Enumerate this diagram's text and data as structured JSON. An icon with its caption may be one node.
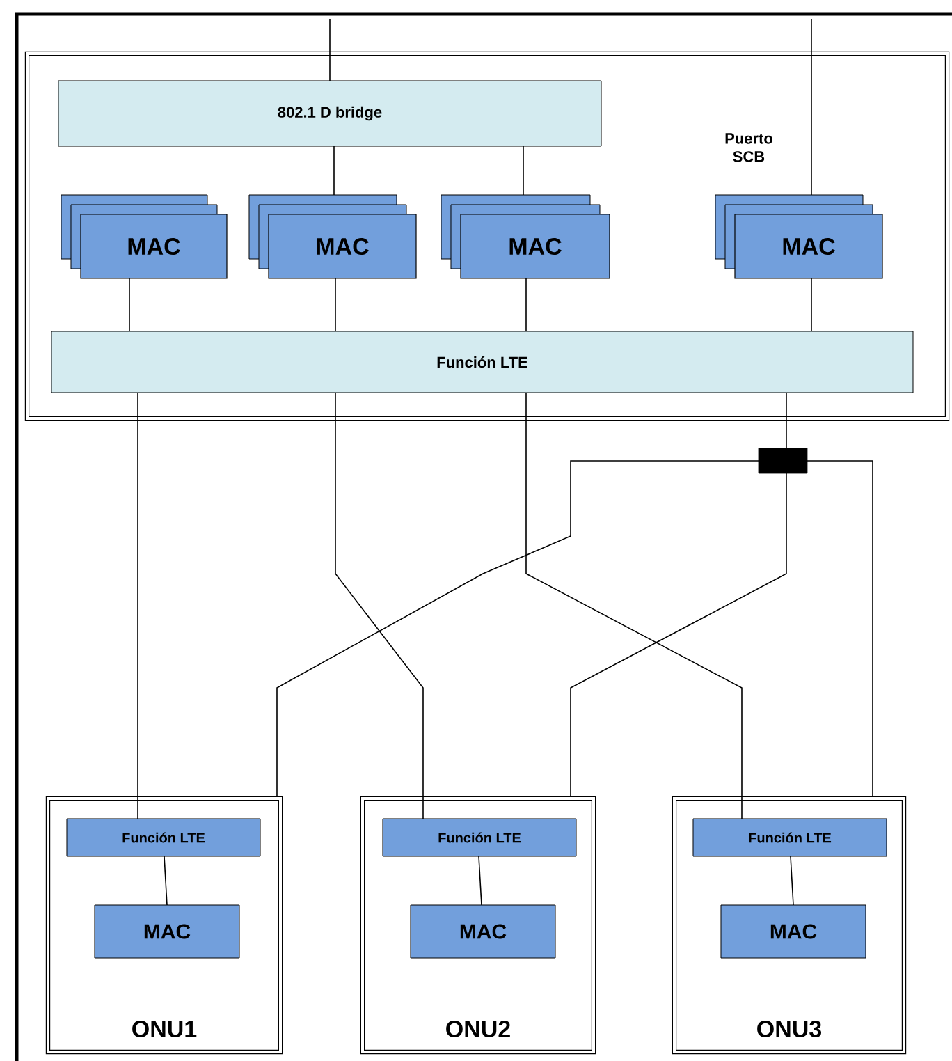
{
  "diagram": {
    "nodes": [
      {
        "text": [],
        "shape": "box"
      },
      {
        "text": [
          "802.1 D bridge"
        ],
        "in": 0
      },
      {
        "text": [
          "MAC"
        ],
        "in": 0
      },
      {
        "text": [
          "MAC"
        ],
        "in": 0
      },
      {
        "text": [
          "MAC"
        ],
        "in": 0
      },
      {
        "text": [
          "MAC"
        ],
        "in": 0,
        "beside": [
          "Puerto SCB"
        ]
      },
      {
        "text": [
          "Función LTE"
        ],
        "in": 0
      },
      {
        "text": [],
        "shape": "box"
      },
      {
        "text": [
          "ONU1"
        ]
      },
      {
        "text": [
          "Función LTE"
        ],
        "in": 8
      },
      {
        "text": [
          "MAC"
        ],
        "in": 8
      },
      {
        "text": [
          "ONU2"
        ]
      },
      {
        "text": [
          "Función LTE"
        ],
        "in": 11
      },
      {
        "text": [
          "MAC"
        ],
        "in": 11
      },
      {
        "text": [
          "ONU3"
        ]
      },
      {
        "text": [
          "Función LTE"
        ],
        "in": 14
      },
      {
        "text": [
          "MAC"
        ],
        "in": 14
      }
    ],
    "edges": [
      {
        "from": null,
        "to": 1,
        "arrow": "none"
      },
      {
        "from": null,
        "to": 5,
        "arrow": "none"
      },
      {
        "from": 1,
        "to": 3,
        "arrow": "none"
      },
      {
        "from": 1,
        "to": 4,
        "arrow": "none"
      },
      {
        "from": 2,
        "to": 6,
        "arrow": "none"
      },
      {
        "from": 3,
        "to": 6,
        "arrow": "none"
      },
      {
        "from": 4,
        "to": 6,
        "arrow": "none"
      },
      {
        "from": 5,
        "to": 6,
        "arrow": "none"
      },
      {
        "from": 6,
        "to": 9,
        "arrow": "none"
      },
      {
        "from": 6,
        "to": 12,
        "arrow": "none"
      },
      {
        "from": 6,
        "to": 15,
        "arrow": "none"
      },
      {
        "from": 6,
        "to": 7,
        "arrow": "none"
      },
      {
        "from": 7,
        "to": 8,
        "arrow": "none"
      },
      {
        "from": 7,
        "to": 11,
        "arrow": "none"
      },
      {
        "from": 7,
        "to": 14,
        "arrow": "none"
      },
      {
        "from": 9,
        "to": 10,
        "arrow": "none"
      },
      {
        "from": 12,
        "to": 13,
        "arrow": "none"
      },
      {
        "from": 15,
        "to": 16,
        "arrow": "none"
      }
    ]
  }
}
